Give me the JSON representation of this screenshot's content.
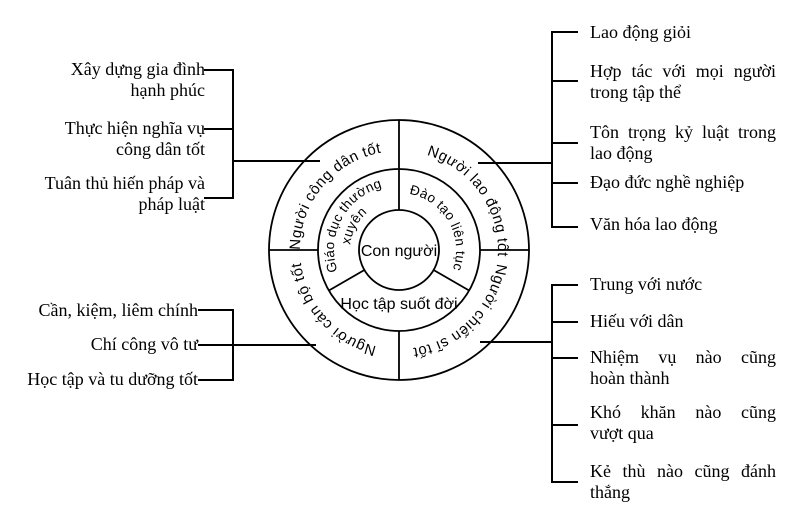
{
  "title": "Con người diagram",
  "colors": {
    "ink": "#000000",
    "background": "#ffffff"
  },
  "rings": {
    "center": "Con người",
    "inner": {
      "left_line1": "Giáo dục thường",
      "left_line2": "xuyên",
      "right": "Đào tạo liên tục",
      "bottom": "Học tập suốt đời"
    },
    "outer": {
      "top_left": "Người công dân tốt",
      "top_right": "Người lao động tốt",
      "bottom_right": "Người chiến sĩ tốt",
      "bottom_left": "Người cán bộ tốt"
    }
  },
  "branches": {
    "left_top": {
      "items": [
        {
          "lines": [
            "Xây dựng gia đình",
            "hạnh phúc"
          ]
        },
        {
          "lines": [
            "Thực hiện nghĩa vụ",
            "công dân tốt"
          ]
        },
        {
          "lines": [
            "Tuân thủ hiến pháp và",
            "pháp luật"
          ]
        }
      ]
    },
    "left_bottom": {
      "items": [
        {
          "lines": [
            "Cần, kiệm, liêm chính"
          ]
        },
        {
          "lines": [
            "Chí công vô tư"
          ]
        },
        {
          "lines": [
            "Học tập và tu dưỡng tốt"
          ]
        }
      ]
    },
    "right_top": {
      "items": [
        {
          "lines": [
            "Lao động giỏi"
          ]
        },
        {
          "lines": [
            "Hợp tác với mọi người",
            "trong tập thể"
          ]
        },
        {
          "lines": [
            "Tôn trọng kỷ luật trong",
            "lao động"
          ]
        },
        {
          "lines": [
            "Đạo đức nghề nghiệp"
          ]
        },
        {
          "lines": [
            "Văn hóa lao động"
          ]
        }
      ]
    },
    "right_bottom": {
      "items": [
        {
          "lines": [
            "Trung với nước"
          ]
        },
        {
          "lines": [
            "Hiếu với dân"
          ]
        },
        {
          "lines": [
            "Nhiệm vụ nào cũng",
            "hoàn thành"
          ]
        },
        {
          "lines": [
            "Khó khăn nào cũng",
            "vượt qua"
          ]
        },
        {
          "lines": [
            "Kẻ thù nào cũng đánh",
            "thắng"
          ]
        }
      ]
    }
  }
}
